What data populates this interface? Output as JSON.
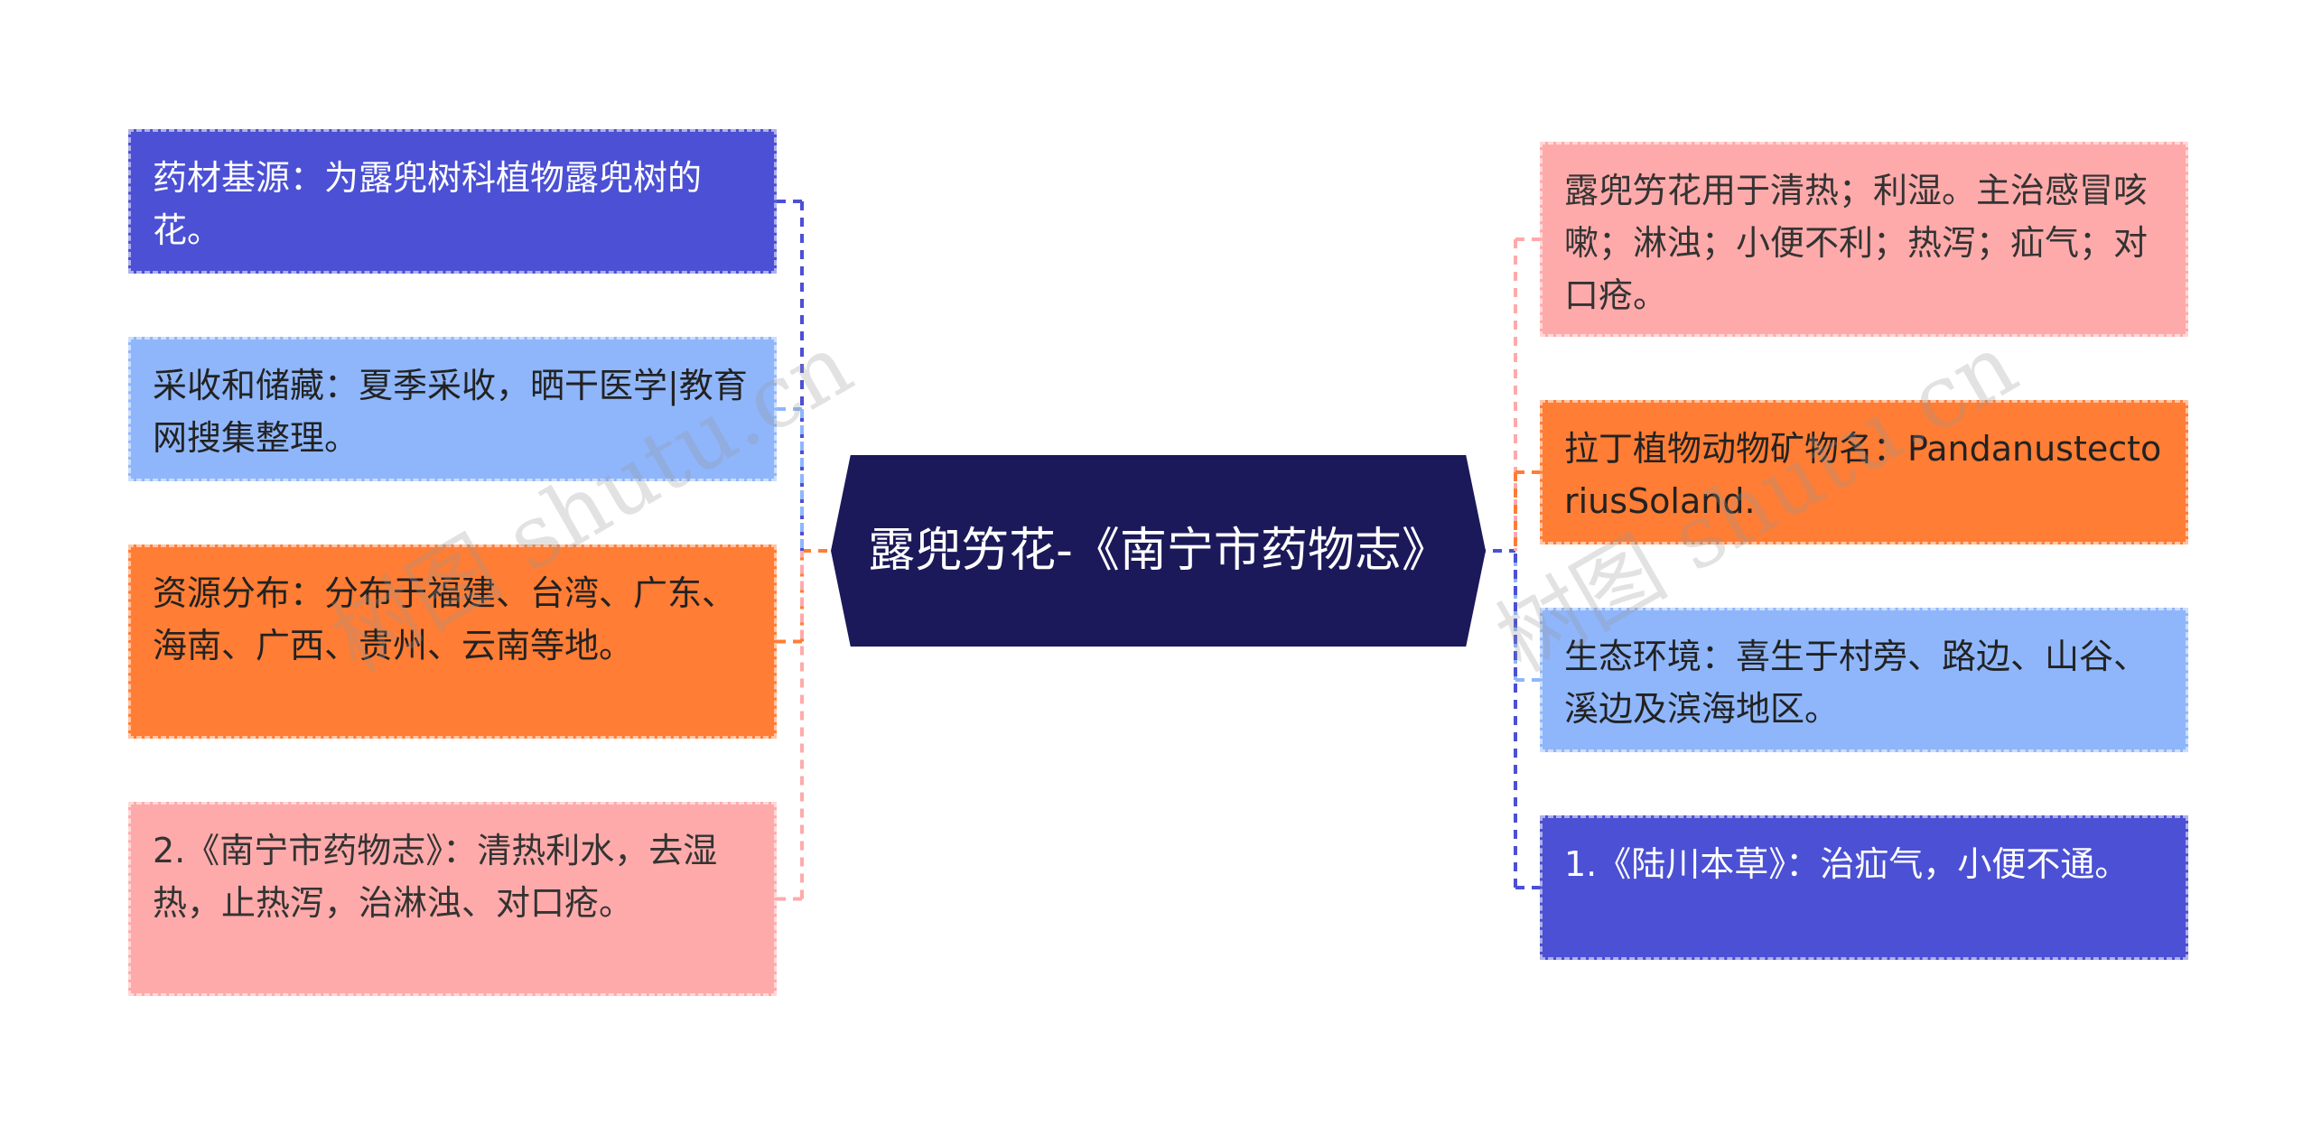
{
  "center": {
    "text": "露兜竻花-《南宁市药物志》"
  },
  "left_nodes": [
    {
      "text": "药材基源：为露兜树科植物露兜树的花。",
      "color": "#4b50d4",
      "line_color": "#4b50d4"
    },
    {
      "text": "采收和储藏：夏季采收，晒干医学|教育网搜集整理。",
      "color": "#8fb6fb",
      "line_color": "#8fb6fb"
    },
    {
      "text": "资源分布：分布于福建、台湾、广东、海南、广西、贵州、云南等地。",
      "color": "#ff7d34",
      "line_color": "#ff7d34"
    },
    {
      "text": "2.《南宁市药物志》：清热利水，去湿热，止热泻，治淋浊、对口疮。",
      "color": "#ffaaaa",
      "line_color": "#ffaaaa"
    }
  ],
  "right_nodes": [
    {
      "text": "露兜竻花用于清热；利湿。主治感冒咳嗽；淋浊；小便不利；热泻；疝气；对口疮。",
      "color": "#ffaaaa",
      "line_color": "#ffaaaa"
    },
    {
      "text": "拉丁植物动物矿物名：PandanustectoriusSoland.",
      "color": "#ff7d34",
      "line_color": "#ff7d34"
    },
    {
      "text": "生态环境：喜生于村旁、路边、山谷、溪边及滨海地区。",
      "color": "#8fb6fb",
      "line_color": "#8fb6fb"
    },
    {
      "text": "1.《陆川本草》：治疝气，小便不通。",
      "color": "#4b50d4",
      "line_color": "#4b50d4"
    }
  ],
  "watermarks": [
    "树图 shutu.cn",
    "树图 shutu.cn"
  ],
  "colors": {
    "center_bg": "#1b1959",
    "center_text": "#ffffff"
  }
}
